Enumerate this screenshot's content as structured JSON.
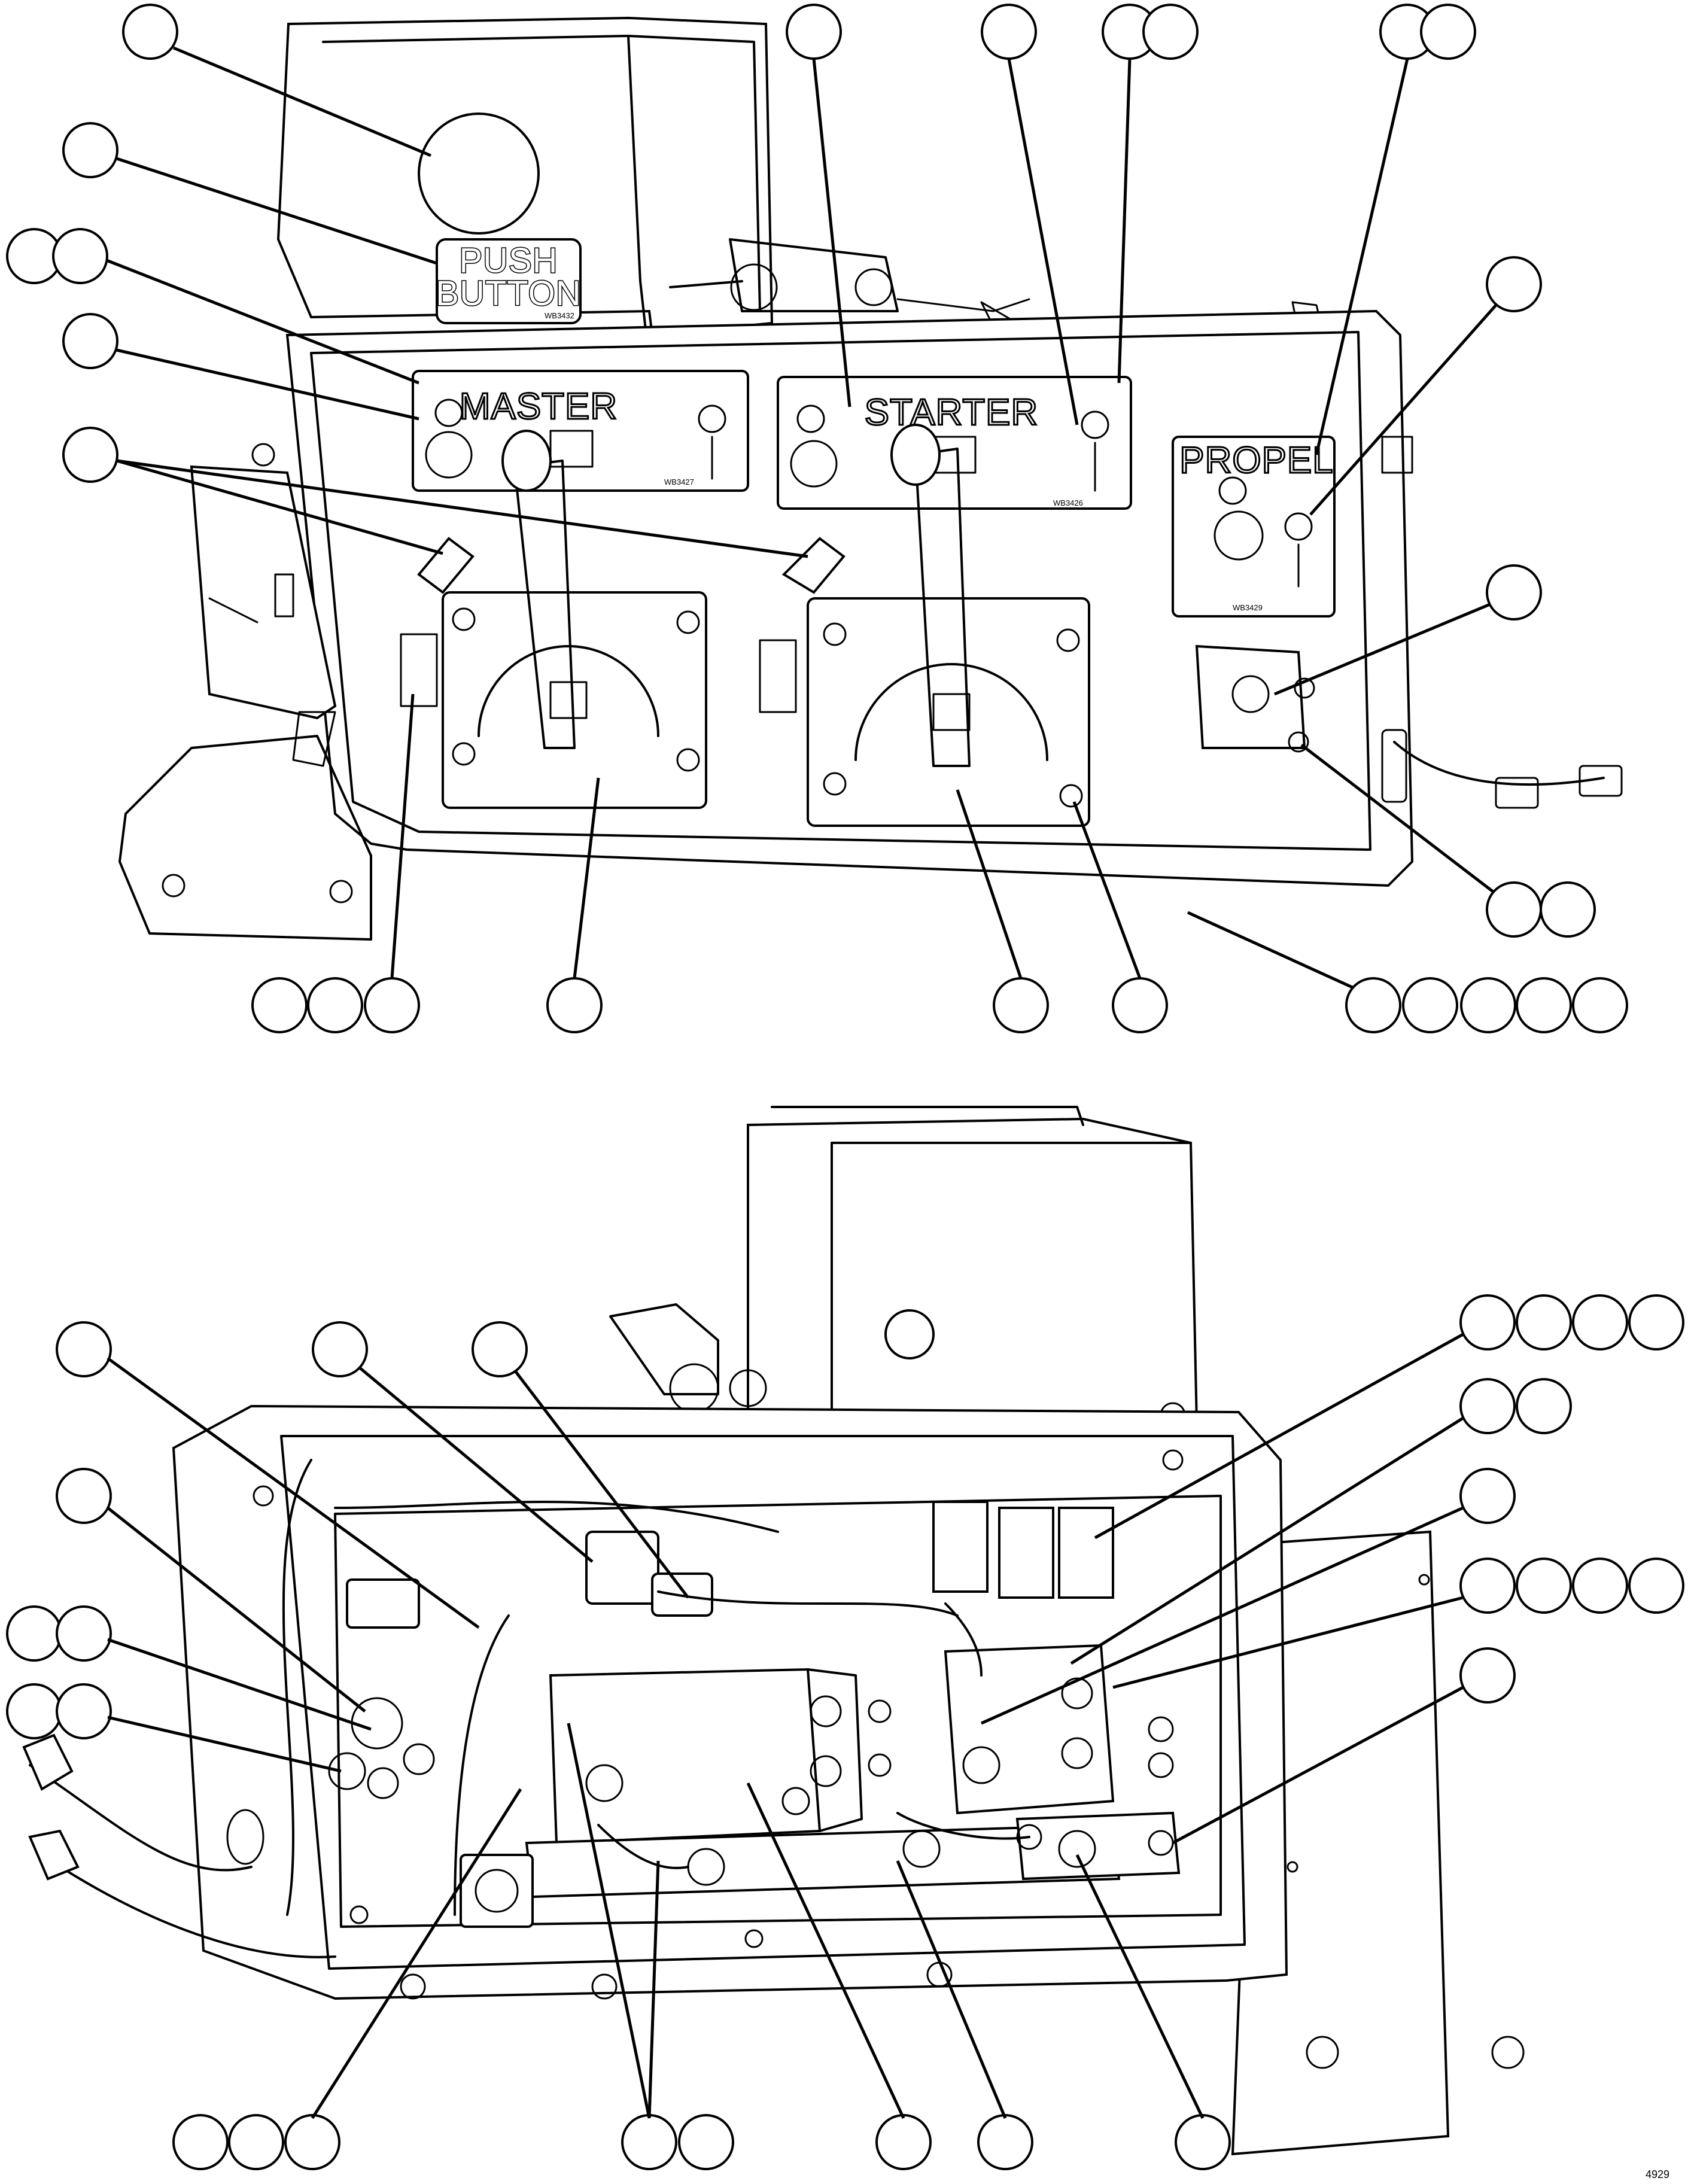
{
  "diagram": {
    "push_button_label_line1": "PUSH",
    "push_button_label_line2": "BUTTON",
    "push_button_code": "WB3432",
    "master_label": "MASTER",
    "master_code": "WB3427",
    "starter_label": "STARTER",
    "starter_code": "WB3426",
    "propel_label": "PROPEL",
    "propel_code": "WB3429",
    "figure_code": "4929"
  },
  "colors": {
    "line": "#000000",
    "background": "#ffffff"
  }
}
